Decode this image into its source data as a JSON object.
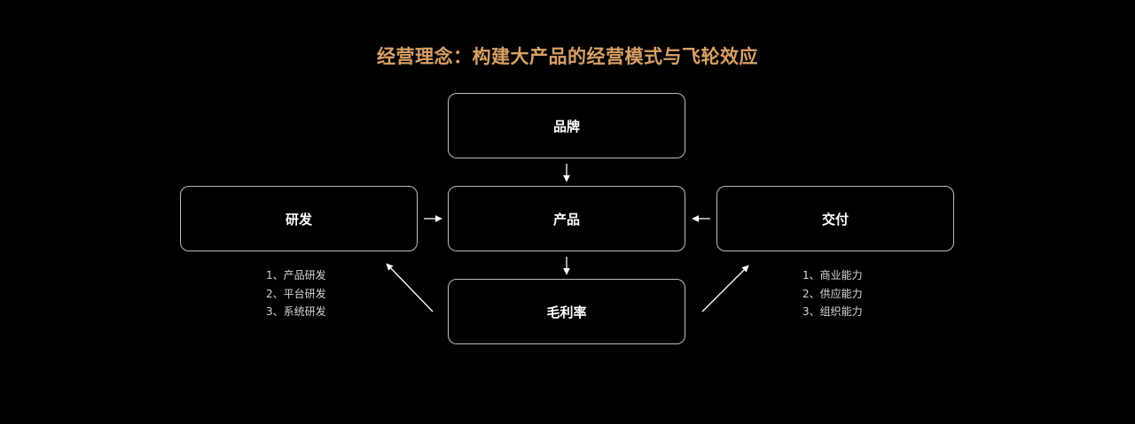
{
  "title": "经营理念：构建大产品的经营模式与飞轮效应",
  "nodes": {
    "brand": "品牌",
    "rd": "研发",
    "product": "产品",
    "delivery": "交付",
    "margin": "毛利率"
  },
  "rd_items": [
    "1、产品研发",
    "2、平台研发",
    "3、系统研发"
  ],
  "delivery_items": [
    "1、商业能力",
    "2、供应能力",
    "3、组织能力"
  ],
  "colors": {
    "title": "#d9a066",
    "background": "#000000",
    "border": "#bdbdbd"
  }
}
